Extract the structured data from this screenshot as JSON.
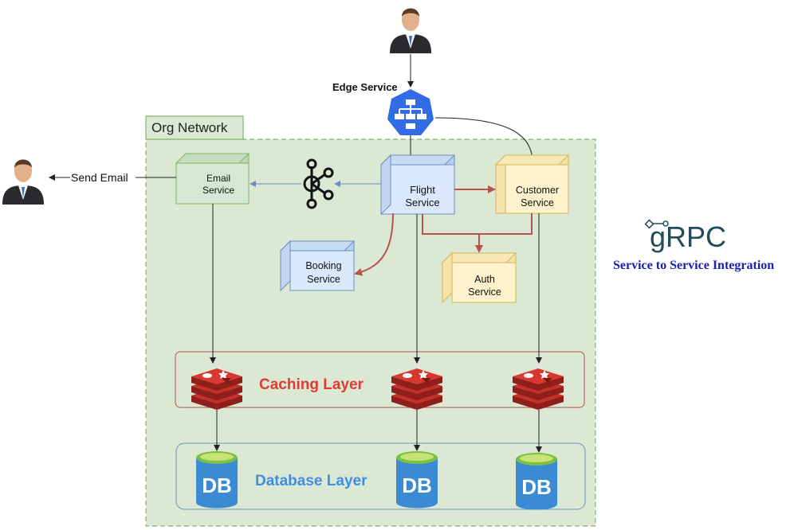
{
  "diagram": {
    "edge_service_label": "Edge Service",
    "org_network_label": "Org Network",
    "send_email_label": "Send Email",
    "services": {
      "email": [
        "Email",
        "Service"
      ],
      "flight": [
        "Flight",
        "Service"
      ],
      "customer": [
        "Customer",
        "Service"
      ],
      "booking": [
        "Booking",
        "Service"
      ],
      "auth": [
        "Auth",
        "Service"
      ]
    },
    "caching_layer_label": "Caching Layer",
    "database_layer_label": "Database Layer",
    "db_label": "DB",
    "grpc_logo_text": "gRPC",
    "grpc_caption": "Service to Service Integration"
  },
  "colors": {
    "org_network_fill": "#dae8d4",
    "org_network_border": "#82b366",
    "email_service": "#d5e8d4",
    "flight_service": "#dae8fc",
    "customer_service": "#fff2cc",
    "booking_service": "#dae8fc",
    "auth_service": "#fff2cc",
    "caching_border": "#b85450",
    "caching_text": "#e23a32",
    "database_border": "#6c8ebf",
    "database_text": "#3f8ee6",
    "redis_red": "#c6302b",
    "db_blue": "#3a8bd4",
    "db_top_green": "#a4c639",
    "grpc_teal": "#244b5a",
    "grpc_caption": "#1b20b0",
    "grpc_arrow": "#b85450",
    "edge_service_blue": "#326ce5"
  }
}
